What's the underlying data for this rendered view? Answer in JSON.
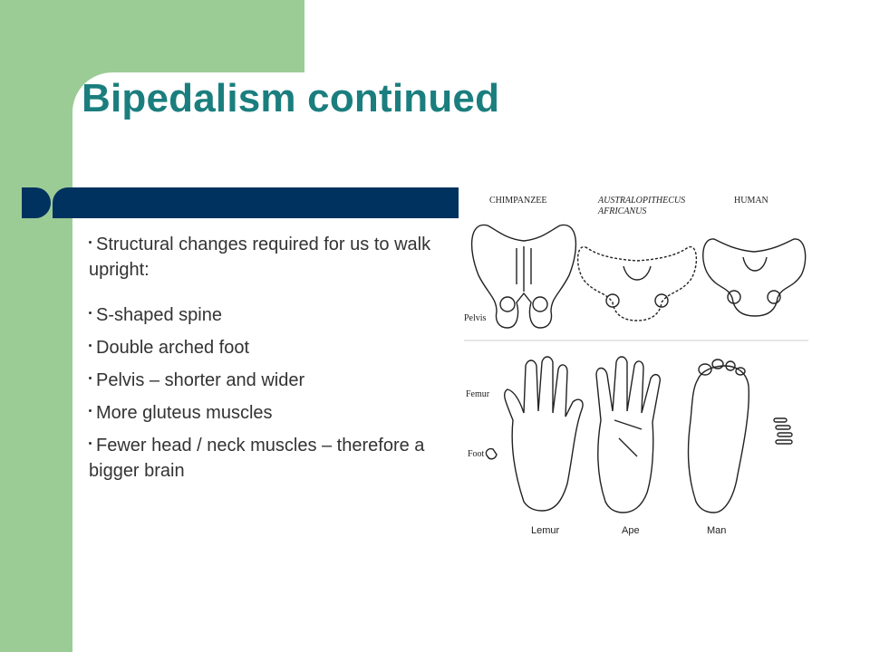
{
  "slide": {
    "title": "Bipedalism continued",
    "bullets": [
      "Structural changes required for us to walk upright:",
      "S-shaped spine",
      "Double arched foot",
      "Pelvis – shorter and wider",
      "More gluteus muscles",
      "Fewer head / neck muscles – therefore a bigger brain"
    ]
  },
  "figure": {
    "pelvis_labels": [
      "CHIMPANZEE",
      "AUSTRALOPITHECUS",
      "AFRICANUS",
      "HUMAN"
    ],
    "side_labels": [
      "Pelvis",
      "Femur",
      "Foot"
    ],
    "foot_labels": [
      "Lemur",
      "Ape",
      "Man"
    ]
  },
  "colors": {
    "accent_green": "#9ccc96",
    "title_teal": "#1b7e7e",
    "bar_navy": "#00325f"
  }
}
